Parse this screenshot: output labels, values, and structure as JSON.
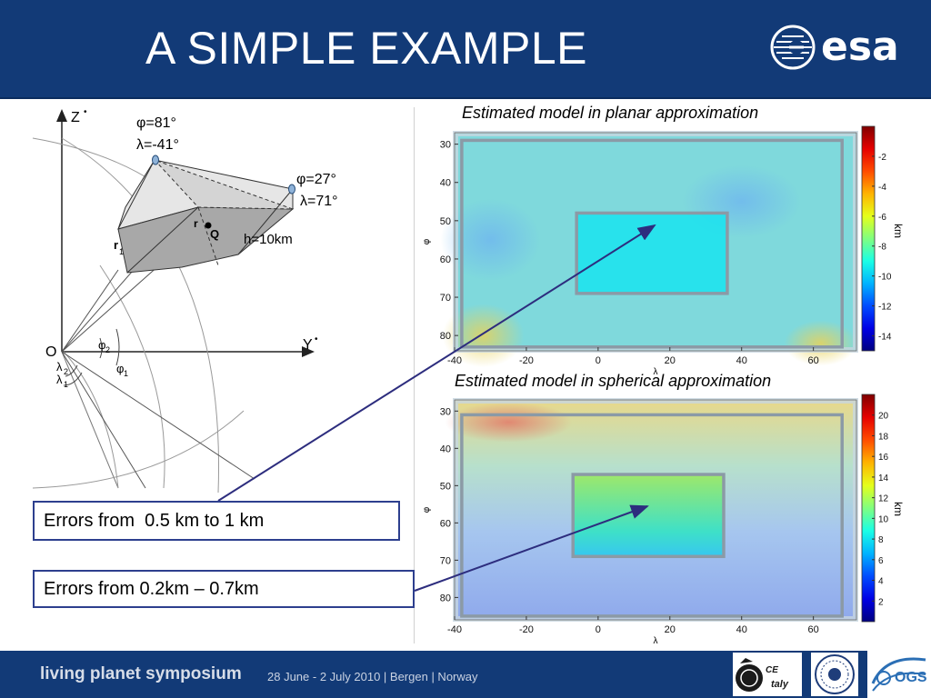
{
  "slide": {
    "title": "A SIMPLE EXAMPLE",
    "logo_text": "esa"
  },
  "diagram": {
    "z_axis": "Z",
    "y_axis": "Y",
    "origin": "O",
    "point_q": "Q",
    "r_label": "r",
    "r1_label": "r",
    "r1_sub": "1",
    "phi1": "φ",
    "phi1_sub": "1",
    "phi2": "φ",
    "phi2_sub": "2",
    "lambda1": "λ",
    "lambda1_sub": "1",
    "lambda2": "λ",
    "lambda2_sub": "2",
    "corner1_phi": "φ=81°",
    "corner1_lambda": "λ=-41°",
    "corner2_phi": "φ=27°",
    "corner2_lambda": "λ=71°",
    "height": "h=10km"
  },
  "errors": {
    "planar": "Errors from  0.5 km to 1 km",
    "spherical": "Errors from 0.2km – 0.7km"
  },
  "chart_data": [
    {
      "type": "heatmap",
      "title": "Estimated model in planar approximation",
      "xlabel": "λ",
      "ylabel": "φ",
      "colorbar_label": "km",
      "x_ticks": [
        -40,
        -20,
        0,
        20,
        40,
        60
      ],
      "y_ticks": [
        30,
        40,
        50,
        60,
        70,
        80
      ],
      "xlim": [
        -40,
        72
      ],
      "ylim": [
        27,
        84
      ],
      "colorbar_ticks": [
        -2,
        -4,
        -6,
        -8,
        -10,
        -12,
        -14
      ],
      "colorbar_range": [
        -15,
        0
      ],
      "outer_rect": {
        "x": [
          -38,
          68
        ],
        "y": [
          29,
          83
        ]
      },
      "inner_rect": {
        "x": [
          -6,
          36
        ],
        "y": [
          48,
          69
        ]
      }
    },
    {
      "type": "heatmap",
      "title": "Estimated model in spherical approximation",
      "xlabel": "λ",
      "ylabel": "φ",
      "colorbar_label": "km",
      "x_ticks": [
        -40,
        -20,
        0,
        20,
        40,
        60
      ],
      "y_ticks": [
        30,
        40,
        50,
        60,
        70,
        80
      ],
      "xlim": [
        -40,
        72
      ],
      "ylim": [
        27,
        86
      ],
      "colorbar_ticks": [
        20,
        18,
        16,
        14,
        12,
        10,
        8,
        6,
        4,
        2
      ],
      "colorbar_range": [
        0,
        22
      ],
      "outer_rect": {
        "x": [
          -38,
          68
        ],
        "y": [
          31,
          85
        ]
      },
      "inner_rect": {
        "x": [
          -7,
          35
        ],
        "y": [
          47,
          69
        ]
      }
    }
  ],
  "footer": {
    "symposium": "living planet symposium",
    "event": "28 June - 2 July 2010 | Bergen | Norway",
    "goce_top": "CE",
    "goce_bottom": "taly",
    "ogs": "OGS"
  }
}
